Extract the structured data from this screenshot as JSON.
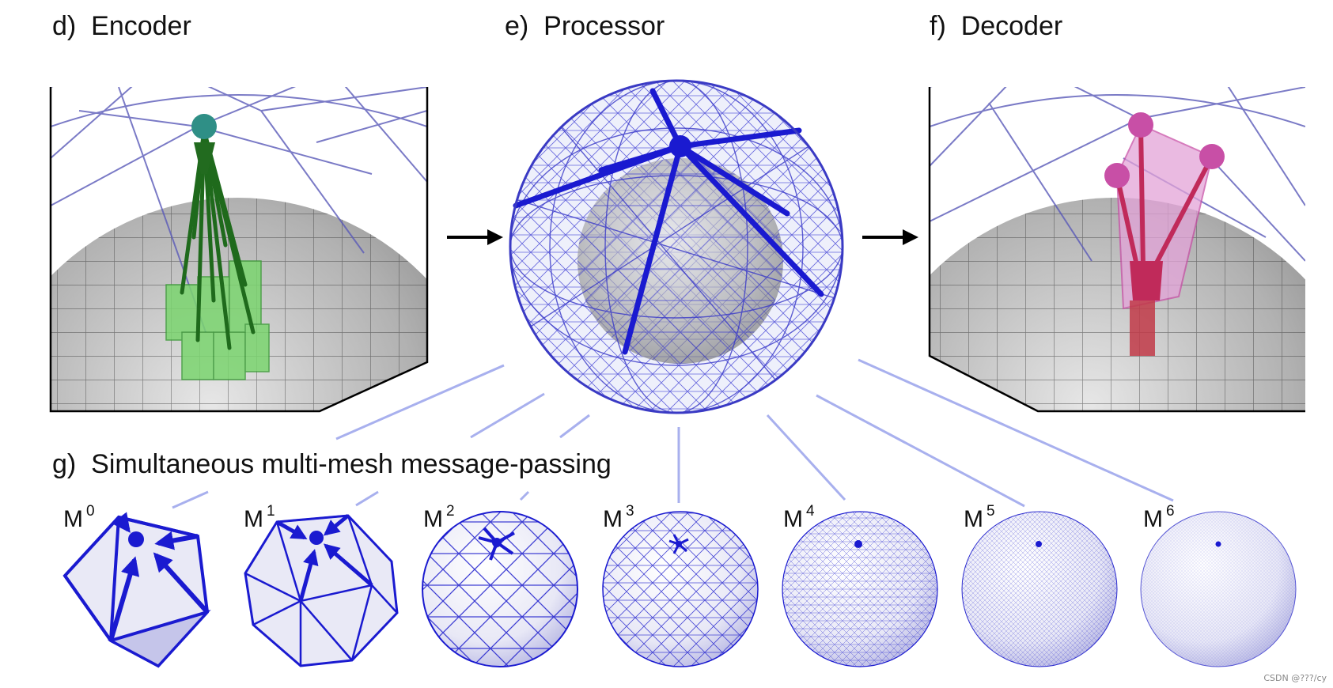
{
  "panels": {
    "d": {
      "label": "d)",
      "title": "Encoder"
    },
    "e": {
      "label": "e)",
      "title": "Processor"
    },
    "f": {
      "label": "f)",
      "title": "Decoder"
    },
    "g": {
      "label": "g)",
      "title": "Simultaneous multi-mesh message-passing"
    }
  },
  "meshes": [
    {
      "base": "M",
      "level": "0"
    },
    {
      "base": "M",
      "level": "1"
    },
    {
      "base": "M",
      "level": "2"
    },
    {
      "base": "M",
      "level": "3"
    },
    {
      "base": "M",
      "level": "4"
    },
    {
      "base": "M",
      "level": "5"
    },
    {
      "base": "M",
      "level": "6"
    }
  ],
  "watermark": "CSDN @???/cy",
  "colors": {
    "mesh": "#2a2acf",
    "mesh_light": "#7a7ad8",
    "encoder_green": "#2e8a2a",
    "encoder_cells": "#7bd56f",
    "encoder_node": "#2f8f86",
    "decoder_node": "#c84fa6",
    "decoder_edge": "#c02a5a",
    "decoder_cell": "#d04050",
    "globe": "#9a9a9a",
    "connector": "#a8b0ee"
  }
}
